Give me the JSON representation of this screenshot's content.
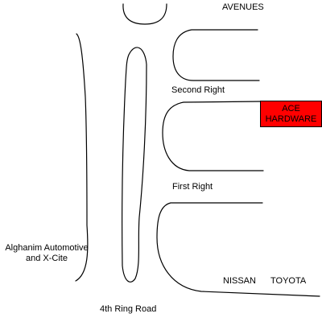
{
  "labels": {
    "avenues": "AVENUES",
    "second_right": "Second Right",
    "first_right": "First Right",
    "alghanim_line1": "Alghanim Automotive",
    "alghanim_line2": "and X-Cite",
    "nissan": "NISSAN",
    "toyota": "TOYOTA",
    "ring_road": "4th Ring Road"
  },
  "ace_hardware": {
    "line1": "ACE",
    "line2": "HARDWARE",
    "fill_color": "#ff0000"
  },
  "colors": {
    "road_line": "#000000",
    "background": "#ffffff"
  }
}
